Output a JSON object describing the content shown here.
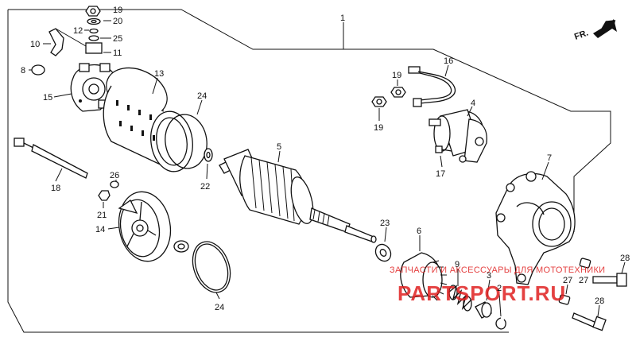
{
  "diagram": {
    "orientation_label": "FR.",
    "callouts": [
      "1",
      "2",
      "3",
      "4",
      "5",
      "6",
      "7",
      "8",
      "9",
      "10",
      "11",
      "12",
      "13",
      "14",
      "15",
      "16",
      "17",
      "18",
      "19",
      "19",
      "19",
      "20",
      "21",
      "22",
      "23",
      "24",
      "24",
      "25",
      "26",
      "27",
      "27",
      "28",
      "28"
    ]
  },
  "watermark": {
    "subtitle": "ЗАПЧАСТИ И АКСЕССУАРЫ ДЛЯ МОТОТЕХНИКИ",
    "brand": "PARTSPORT.RU",
    "color": "#e02020"
  }
}
